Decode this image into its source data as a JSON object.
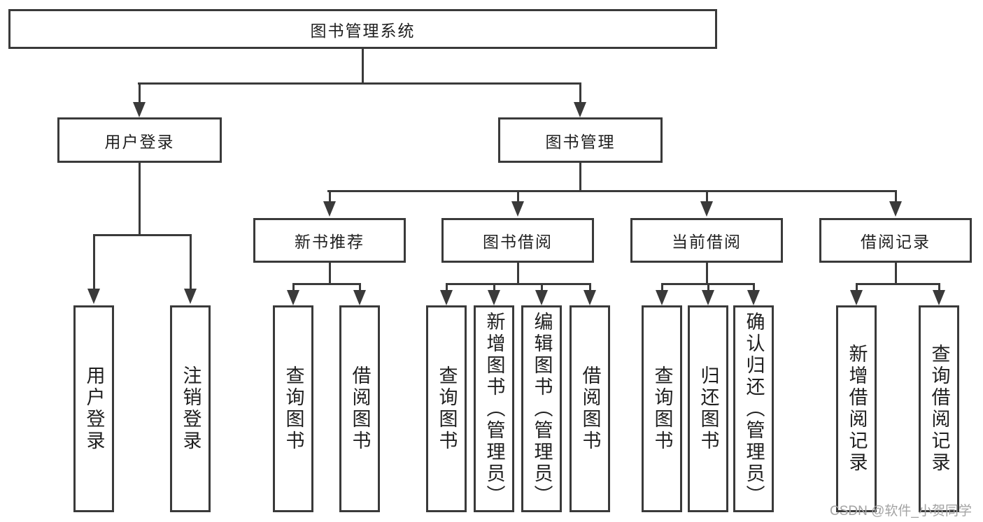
{
  "tree": {
    "label": "图书管理系统",
    "children": [
      {
        "label": "用户登录",
        "children": [
          {
            "label": "用户登录"
          },
          {
            "label": "注销登录"
          }
        ]
      },
      {
        "label": "图书管理",
        "children": [
          {
            "label": "新书推荐",
            "children": [
              {
                "label": "查询图书"
              },
              {
                "label": "借阅图书"
              }
            ]
          },
          {
            "label": "图书借阅",
            "children": [
              {
                "label": "查询图书"
              },
              {
                "label": "新增图书（管理员）"
              },
              {
                "label": "编辑图书（管理员）"
              },
              {
                "label": "借阅图书"
              }
            ]
          },
          {
            "label": "当前借阅",
            "children": [
              {
                "label": "查询图书"
              },
              {
                "label": "归还图书"
              },
              {
                "label": "确认归还（管理员）"
              }
            ]
          },
          {
            "label": "借阅记录",
            "children": [
              {
                "label": "新增借阅记录"
              },
              {
                "label": "查询借阅记录"
              }
            ]
          }
        ]
      }
    ]
  },
  "watermark": {
    "text": "CSDN @软件_小贺同学"
  },
  "colors": {
    "line": "#3a3a3a",
    "text": "#1f1f1f",
    "watermark": "#a3a3a3",
    "background": "#ffffff"
  }
}
